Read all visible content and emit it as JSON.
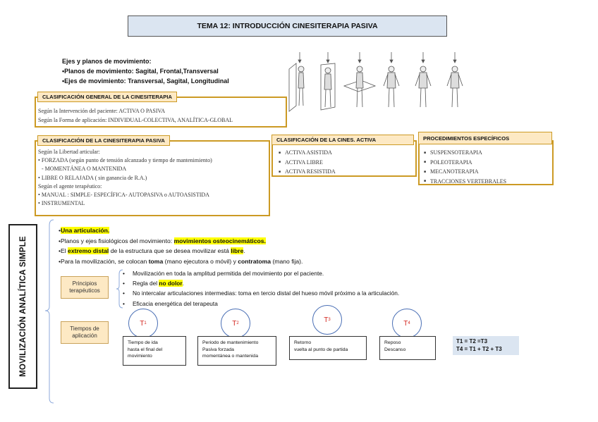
{
  "title": "TEMA 12: INTRODUCCIÓN CINESITERAPIA PASIVA",
  "ejes": {
    "heading": "Ejes y planos de movimiento:",
    "items": [
      "Planos de movimiento: Sagital, Frontal,Transversal",
      "Ejes de movimiento: Transversal, Sagital, Longitudinal"
    ]
  },
  "clasif_general": {
    "title": "CLASIFICACIÓN GENERAL DE LA CINESITERAPIA",
    "lines": [
      "Según la Intervención del paciente:  ACTIVA O PASIVA",
      "Según la Forma de aplicación: INDIVIDUAL-COLECTIVA, ANALÍTICA-GLOBAL"
    ]
  },
  "clasif_pasiva": {
    "title": "CLASIFICACIÓN DE LA CINESITERAPIA PASIVA",
    "libertad_heading": "Según la Libertad articular:",
    "forzada": "FORZADA (según punto de tensión alcanzado y tiempo de mantenimiento)",
    "forzada_sub": "-  MOMENTÁNEA O MANTENIDA",
    "libre": "LIBRE O RELAJADA ( sin ganancia de R.A.)",
    "agente_heading": "Según el agente terapéutico:",
    "manual": "MANUAL : SIMPLE- ESPECÍFICA- AUTOPASIVA o AUTOASISTIDA",
    "instrumental": "INSTRUMENTAL"
  },
  "clasif_activa": {
    "title": "CLASIFICACIÓN DE LA CINES. ACTIVA",
    "items": [
      "ACTIVA ASISTIDA",
      "ACTIVA LIBRE",
      "ACTIVA RESISTIDA"
    ]
  },
  "procedimientos": {
    "title": "PROCEDIMIENTOS ESPECÍFICOS",
    "items": [
      "SUSPENSOTERAPIA",
      "POLEOTERAPIA",
      "MECANOTERAPIA",
      "TRACCIONES VERTEBRALES"
    ]
  },
  "movilizacion": {
    "vertical_title": "MOVILIZACIÓN ANALÍTICA SIMPLE",
    "b1": "Una articulación.",
    "b2_pre": "Planos y ejes fisiológicos del movimiento: ",
    "b2_hl": "movimientos osteocinemáticos.",
    "b3_pre": "El ",
    "b3_hl1": "extremo distal",
    "b3_mid": " de la estructura que se desea movilizar está ",
    "b3_hl2": "libre",
    "b3_end": ".",
    "b4_pre": "Para la movilización, se colocan ",
    "b4_toma": "toma",
    "b4_mid": " (mano ejecutora o móvil) y ",
    "b4_contra": "contratoma",
    "b4_end": " (mano fija).",
    "principios_label": "Principios terapéuticos",
    "principios": {
      "p1": "Movilización en toda la amplitud permitida del movimiento por el paciente.",
      "p2_pre": "Regla del ",
      "p2_hl": "no dolor",
      "p2_end": ".",
      "p3": "No intercalar articulaciones intermedias: toma en tercio distal del hueso móvil próximo a la articulación.",
      "p4": "Eficacia energética del terapeuta"
    },
    "tiempos_label": "Tiempos de aplicación",
    "tiempos": [
      {
        "sym": "T",
        "sub": "1",
        "lines": [
          "Tiempo de ida",
          "hasta el final del",
          "movimiento"
        ]
      },
      {
        "sym": "T",
        "sub": "2",
        "lines": [
          "Periodo de mantenimiento",
          "Pasiva forzada",
          "momentánea o mantenida"
        ]
      },
      {
        "sym": "T",
        "sub": "3",
        "lines": [
          "Retorno",
          "vuelta al punto de partida"
        ]
      },
      {
        "sym": "T",
        "sub": "4",
        "lines": [
          "Reposo",
          "Descanso"
        ]
      }
    ],
    "formula": [
      "T1 = T2 =T3",
      "T4 = T1 + T2 + T3"
    ]
  },
  "colors": {
    "title_bg": "#dbe5f1",
    "frame_border": "#cc9a24",
    "tab_bg": "#fde9c4",
    "highlight": "#ffff00",
    "circle_border": "#4a6fb5",
    "circle_text": "#d3261f",
    "bracket": "#8eaadb"
  },
  "icons": [
    "anatomical-plane-figure-icon"
  ]
}
